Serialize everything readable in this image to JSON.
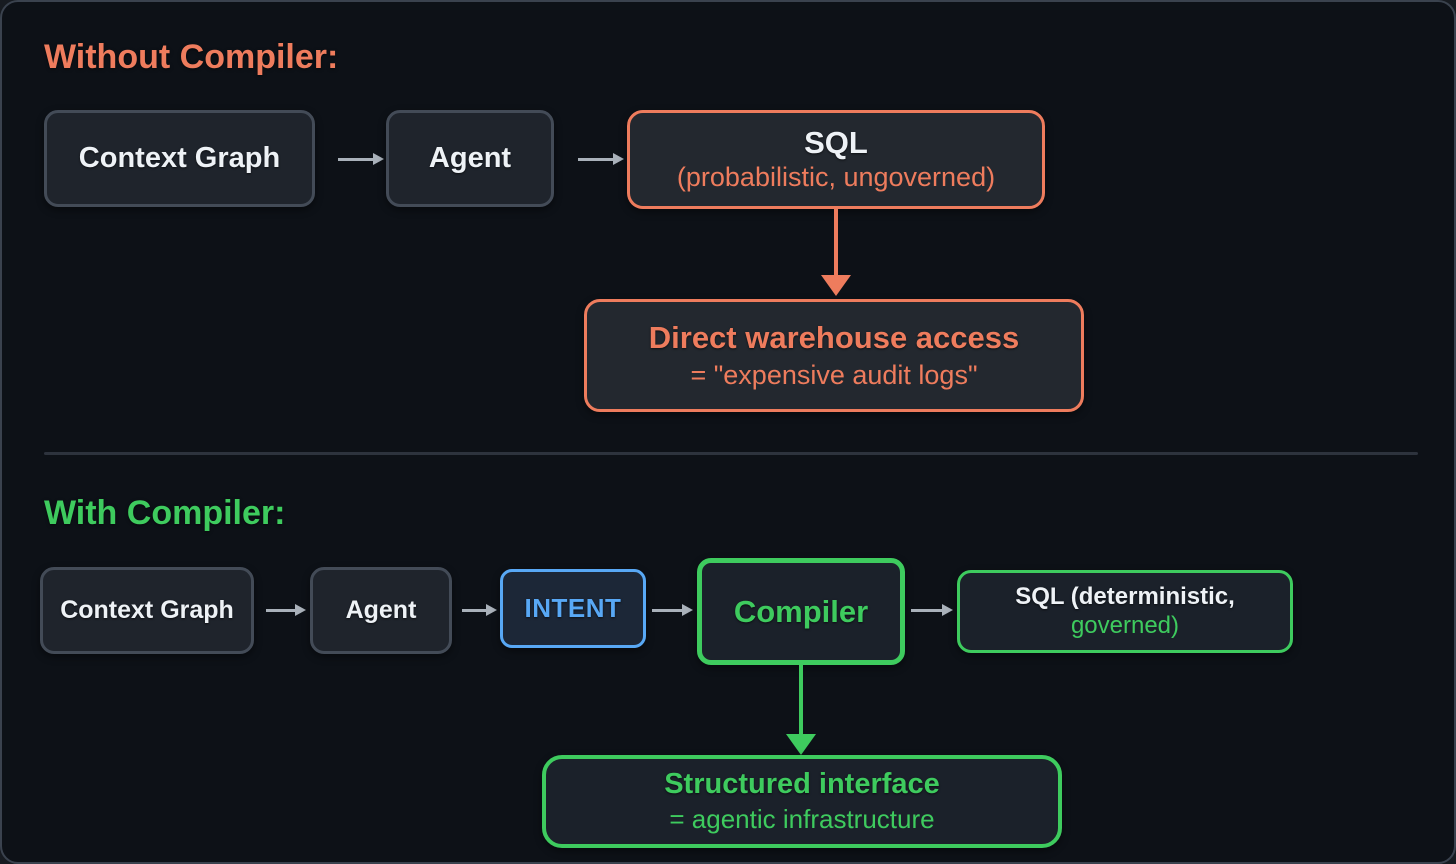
{
  "section_without": {
    "title": "Without Compiler:",
    "nodes": {
      "context_graph": "Context Graph",
      "agent": "Agent",
      "sql_title": "SQL",
      "sql_subtitle": "(probabilistic, ungoverned)"
    },
    "result": {
      "title": "Direct warehouse access",
      "subtitle": "= \"expensive audit logs\""
    }
  },
  "section_with": {
    "title": "With Compiler:",
    "nodes": {
      "context_graph": "Context Graph",
      "agent": "Agent",
      "intent": "INTENT",
      "compiler": "Compiler",
      "sql_line1": "SQL (deterministic,",
      "sql_line2": "governed)"
    },
    "result": {
      "title": "Structured interface",
      "subtitle": "= agentic infrastructure"
    }
  },
  "colors": {
    "coral": "#ee7c5d",
    "green": "#3ecb5e",
    "blue": "#58a8f5",
    "arrow": "#a9b1ba",
    "text": "#eef2f6"
  }
}
